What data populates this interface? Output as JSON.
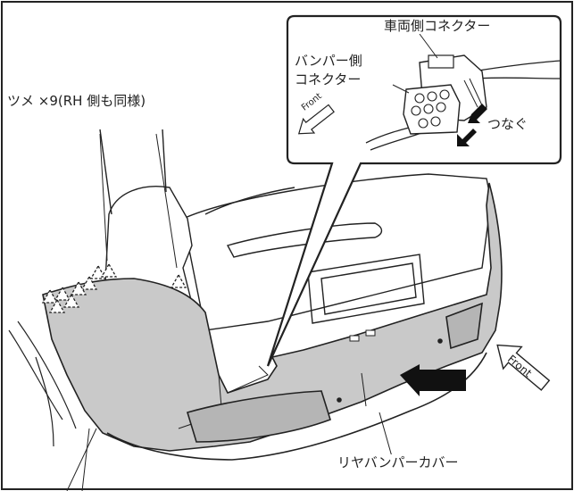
{
  "labels": {
    "claws": "ツメ ×9(RH 側も同様)",
    "vehicle_connector": "車両側コネクター",
    "bumper_connector_line1": "バンパー側",
    "bumper_connector_line2": "コネクター",
    "connect": "つなぐ",
    "rear_bumper_cover": "リヤバンパーカバー",
    "front_inset": "Front",
    "front_main": "Front"
  },
  "colors": {
    "bumper_fill": "#c9c9c9",
    "outline": "#222222",
    "background": "#ffffff"
  }
}
